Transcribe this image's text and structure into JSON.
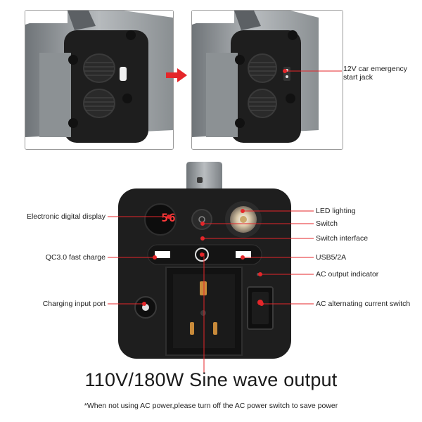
{
  "top_callout": {
    "label": "12V car emergency\nstart jack"
  },
  "device": {
    "display_value": "56"
  },
  "callouts_left": [
    {
      "id": "display",
      "label": "Electronic digital display"
    },
    {
      "id": "qc",
      "label": "QC3.0 fast charge"
    },
    {
      "id": "charging",
      "label": "Charging input port"
    }
  ],
  "callouts_right": [
    {
      "id": "led",
      "label": "LED lighting"
    },
    {
      "id": "switch",
      "label": "Switch"
    },
    {
      "id": "switch-interface",
      "label": "Switch interface"
    },
    {
      "id": "usb",
      "label": "USB5/2A"
    },
    {
      "id": "ac-indicator",
      "label": "AC output indicator"
    },
    {
      "id": "ac-switch",
      "label": "AC alternating current switch"
    }
  ],
  "headline": "110V/180W Sine wave output",
  "footnote": "*When not using AC power,please turn off the AC power switch to save power",
  "colors": {
    "accent_red": "#e5262a",
    "device_body": "#1e1e1e",
    "metal": "#9ea3a6"
  }
}
